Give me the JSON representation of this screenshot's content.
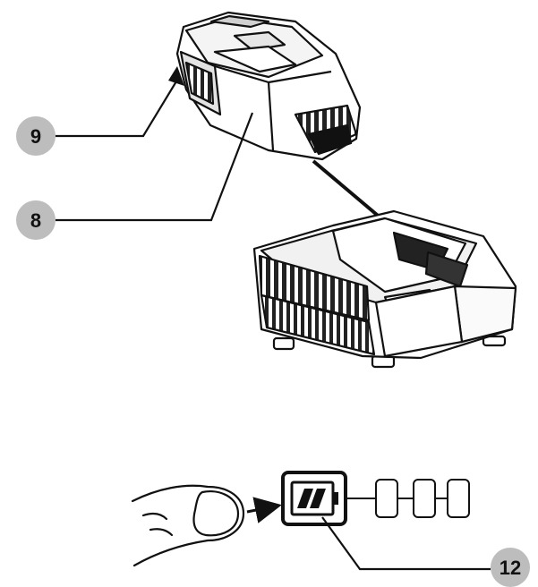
{
  "callouts": [
    {
      "id": "9",
      "label": "9"
    },
    {
      "id": "8",
      "label": "8"
    },
    {
      "id": "12",
      "label": "12"
    }
  ],
  "colors": {
    "ink": "#111111",
    "badge": "#bdbdbd",
    "paper": "#ffffff",
    "shade": "#d9d9d9"
  },
  "icons": [
    "battery-pack-icon",
    "charger-base-icon",
    "finger-press-icon",
    "battery-level-indicator-icon"
  ]
}
